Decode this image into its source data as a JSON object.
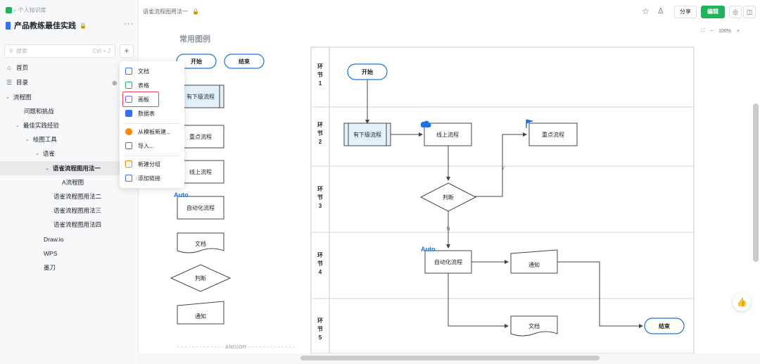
{
  "sidebar": {
    "breadcrumb": "个人知识库",
    "kb_title": "产品教练最佳实践",
    "lock_glyph": "🔒",
    "more_glyph": "···",
    "search_placeholder": "搜索",
    "search_shortcut": "Ctrl + J",
    "add_glyph": "+",
    "items": [
      {
        "label": "首页",
        "icon": "home-icon",
        "glyph": "⌂"
      },
      {
        "label": "目录",
        "icon": "toc-icon",
        "glyph": "☰"
      },
      {
        "label": "流程图"
      },
      {
        "label": "问题和挑战"
      },
      {
        "label": "最佳实践经验"
      },
      {
        "label": "绘图工具"
      },
      {
        "label": "语雀"
      },
      {
        "label": "语雀流程图用法一"
      },
      {
        "label": "A流程图"
      },
      {
        "label": "语雀流程图用法二"
      },
      {
        "label": "语雀流程图用法三"
      },
      {
        "label": "语雀流程图用法四"
      },
      {
        "label": "Draw.io"
      },
      {
        "label": "WPS"
      },
      {
        "label": "墨刀"
      }
    ]
  },
  "menu": {
    "items": [
      {
        "label": "文档",
        "icon": "doc-icon",
        "color": "#3370ff"
      },
      {
        "label": "表格",
        "icon": "sheet-icon",
        "color": "#1fb35b"
      },
      {
        "label": "画板",
        "icon": "board-icon",
        "color": "#7b61ff"
      },
      {
        "label": "数据表",
        "icon": "datatable-icon",
        "color": "#3370ff"
      },
      {
        "label": "从模板新建...",
        "icon": "template-icon",
        "color": "#ff8800"
      },
      {
        "label": "导入...",
        "icon": "import-icon",
        "color": "#646a73"
      },
      {
        "label": "新建分组",
        "icon": "group-icon",
        "color": "#ff8800"
      },
      {
        "label": "添加链接",
        "icon": "link-icon",
        "color": "#3370ff"
      }
    ]
  },
  "header": {
    "doc_title": "语雀流程图用法一",
    "share_label": "分享",
    "edit_label": "编辑",
    "zoom": "100%",
    "accent": "#1fb35b"
  },
  "legend": {
    "title": "常用图例",
    "start": "开始",
    "end": "结束",
    "subprocess": "有下级流程",
    "key": "重点流程",
    "online": "线上流程",
    "auto_tag": "Auto",
    "auto": "自动化流程",
    "doc": "文档",
    "decision": "判断",
    "notify": "通知",
    "andor": "- - - - - - - - - - - - - AND/OR - - - - - - - - - - - - -"
  },
  "flow": {
    "lanes": [
      {
        "label": "环节1"
      },
      {
        "label": "环节2"
      },
      {
        "label": "环节3"
      },
      {
        "label": "环节4"
      },
      {
        "label": "环节5"
      }
    ],
    "start": "开始",
    "subprocess": "有下级流程",
    "online": "线上流程",
    "key": "重点流程",
    "decision": "判断",
    "yes": "Y",
    "no": "N",
    "auto_tag": "Auto",
    "auto": "自动化流程",
    "notify": "通知",
    "doc": "文档",
    "end": "结束"
  }
}
